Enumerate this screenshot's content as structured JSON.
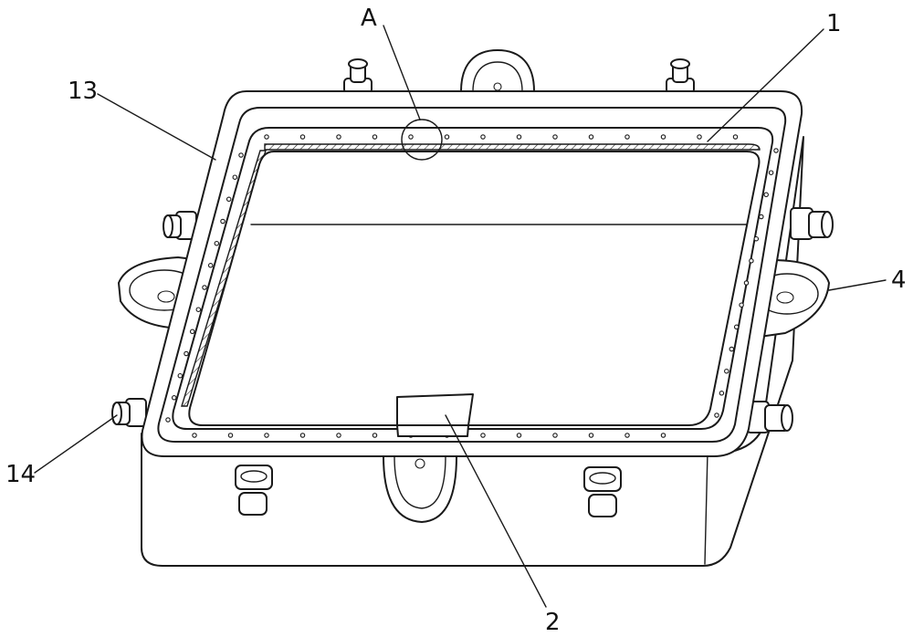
{
  "labels": {
    "A": "A",
    "l1": "1",
    "l13": "13",
    "l4": "4",
    "l14": "14",
    "l2": "2"
  }
}
